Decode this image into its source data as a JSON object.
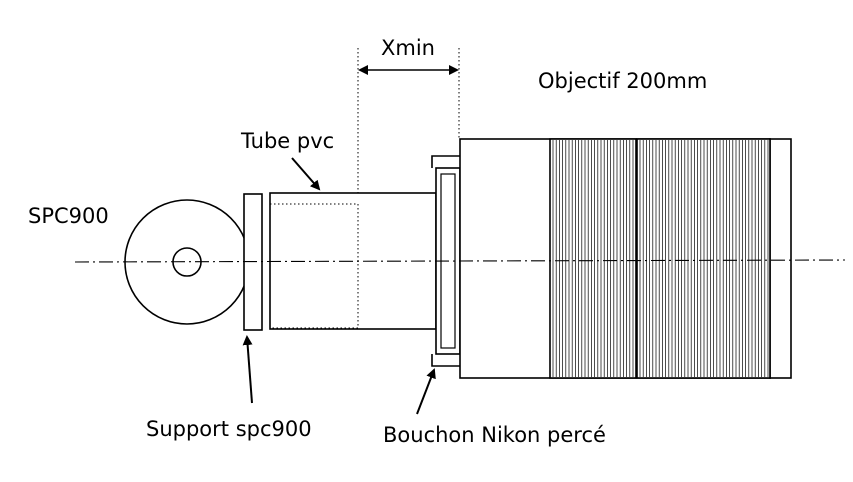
{
  "labels": {
    "xmin": "Xmin",
    "objectif": "Objectif 200mm",
    "tube": "Tube pvc",
    "spc900": "SPC900",
    "support": "Support spc900",
    "bouchon": "Bouchon Nikon percé"
  }
}
